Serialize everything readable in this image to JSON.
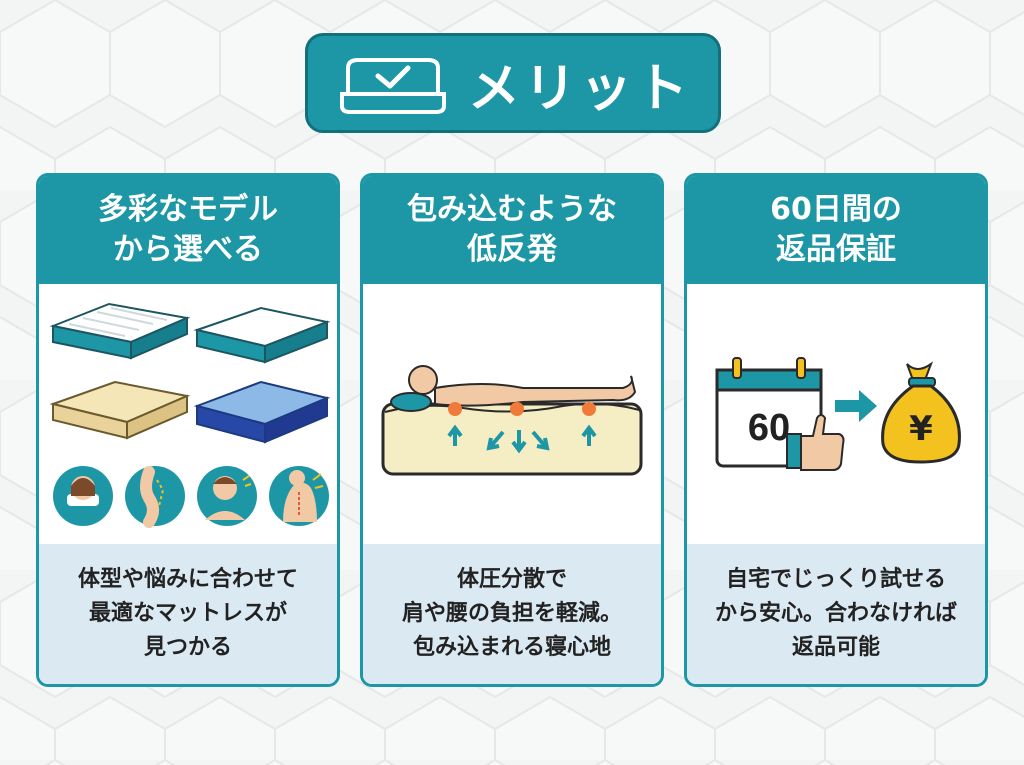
{
  "title": {
    "text": "メリット",
    "icon": "mattress-check-icon"
  },
  "colors": {
    "teal": "#1d96a6",
    "teal_dark": "#12707d",
    "foot_bg": "#dbe9f3",
    "orange": "#f07a3a",
    "gold": "#f4c21e"
  },
  "cards": [
    {
      "heading": [
        "多彩なモデル",
        "から選べる"
      ],
      "illustration": [
        "mattress-quilted-icon",
        "mattress-white-icon",
        "mattress-cream-icon",
        "mattress-blue-icon",
        "sleeping-face-icon",
        "spine-icon",
        "neck-pain-icon",
        "back-pain-icon"
      ],
      "description": [
        "体型や悩みに合わせて",
        "最適なマットレスが",
        "見つかる"
      ]
    },
    {
      "heading": [
        "包み込むような",
        "低反発"
      ],
      "illustration": [
        "person-lying-on-foam-icon",
        "pressure-arrows-icon"
      ],
      "description": [
        "体圧分散で",
        "肩や腰の負担を軽減。",
        "包み込まれる寝心地"
      ]
    },
    {
      "heading": [
        "60日間の",
        "返品保証"
      ],
      "calendar_number": "60",
      "money_symbol": "¥",
      "illustration": [
        "calendar-icon",
        "thumbs-up-icon",
        "arrow-right-icon",
        "money-bag-icon"
      ],
      "description": [
        "自宅でじっくり試せる",
        "から安心。合わなければ",
        "返品可能"
      ]
    }
  ]
}
